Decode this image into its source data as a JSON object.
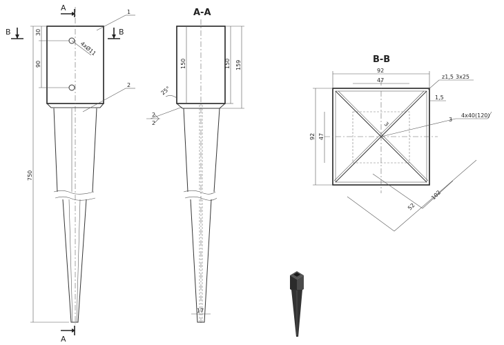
{
  "front_view": {
    "section_marker_a_top": "A",
    "section_marker_a_bottom": "A",
    "section_marker_b_left": "B",
    "section_marker_b_right": "B",
    "dim_30": "30",
    "dim_90": "90",
    "dim_750": "750",
    "hole_callout": "4xØ11",
    "part_1": "1",
    "part_2": "2"
  },
  "section_aa": {
    "title": "A-A",
    "dim_150_left": "150",
    "dim_150_right": "150",
    "dim_159": "159",
    "angle_25": "25°",
    "weld_2_upper": "2",
    "weld_2_lower": "2",
    "dim_17": "17"
  },
  "section_bb": {
    "title": "B-B",
    "dim_92_top": "92",
    "dim_47_top": "47",
    "dim_92_left": "92",
    "dim_47_left": "47",
    "dim_1_5_right": "1,5",
    "dim_3": "3",
    "weld_z1_5": "z1,5",
    "weld_3x25": "3x25",
    "weld_4x40": "4x40(120)",
    "dim_52": "52",
    "dim_102": "102",
    "small_3": "3"
  }
}
